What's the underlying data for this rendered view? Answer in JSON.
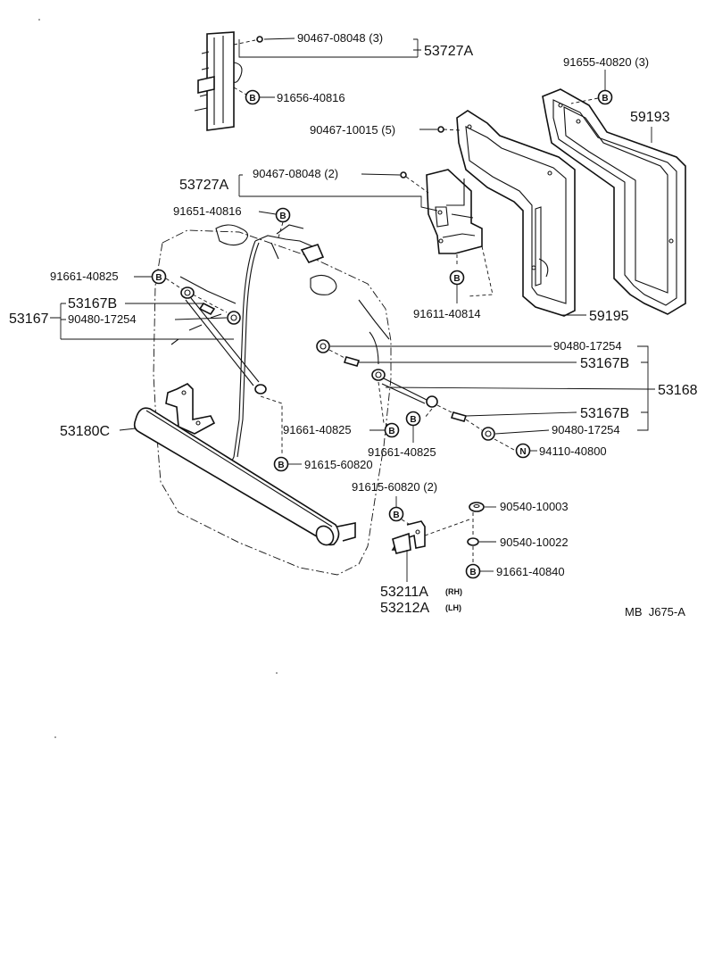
{
  "parts": {
    "p90467_08048_3": "90467-08048 (3)",
    "p53727A_top": "53727A",
    "p91656_40816": "91656-40816",
    "p91655_40820_3": "91655-40820 (3)",
    "p59193": "59193",
    "p90467_10015_5": "90467-10015 (5)",
    "p90467_08048_2": "90467-08048 (2)",
    "p53727A_mid": "53727A",
    "p91651_40816": "91651-40816",
    "p91661_40825_left": "91661-40825",
    "p91611_40814": "91611-40814",
    "p53167B_left": "53167B",
    "p53167": "53167",
    "p90480_17254_left": "90480-17254",
    "p59195": "59195",
    "p90480_17254_right1": "90480-17254",
    "p53167B_right1": "53167B",
    "p53168": "53168",
    "p53167B_right2": "53167B",
    "p53180C": "53180C",
    "p91661_40825_mid": "91661-40825",
    "p91661_40825_mid2": "91661-40825",
    "p90480_17254_right2": "90480-17254",
    "p94110_40800": "94110-40800",
    "p91615_60820": "91615-60820",
    "p91615_60820_2": "91615-60820 (2)",
    "p90540_10003": "90540-10003",
    "p90540_10022": "90540-10022",
    "p91661_40840": "91661-40840",
    "p53211A": "53211A",
    "p53211A_note": "(RH)",
    "p53212A": "53212A",
    "p53212A_note": "(LH)"
  },
  "badges": {
    "bolt": "B",
    "nut": "N"
  },
  "catalog_ref": "MB  J675-A"
}
